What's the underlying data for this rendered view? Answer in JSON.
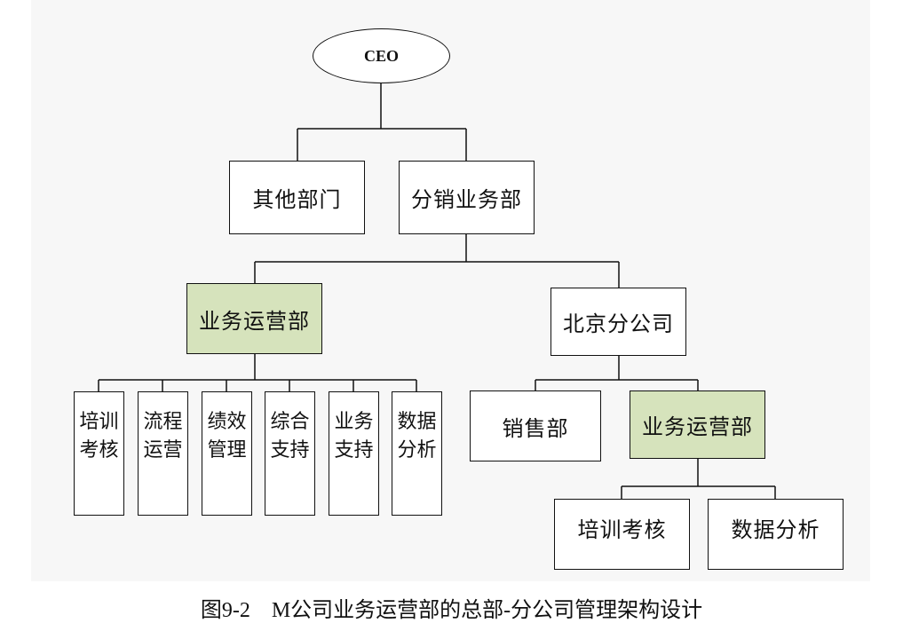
{
  "diagram": {
    "ceo": "CEO",
    "other_depts": "其他部门",
    "distribution_dept": "分销业务部",
    "ops_dept_hq": "业务运营部",
    "beijing_branch": "北京分公司",
    "hq_sub_units": [
      "培训\n考核",
      "流程\n运营",
      "绩效\n管理",
      "综合\n支持",
      "业务\n支持",
      "数据\n分析"
    ],
    "sales_dept": "销售部",
    "ops_dept_branch": "业务运营部",
    "branch_sub_units": [
      "培训考核",
      "数据分析"
    ],
    "highlight_color": "#d6e3bc"
  },
  "caption": "图9-2　M公司业务运营部的总部-分公司管理架构设计"
}
